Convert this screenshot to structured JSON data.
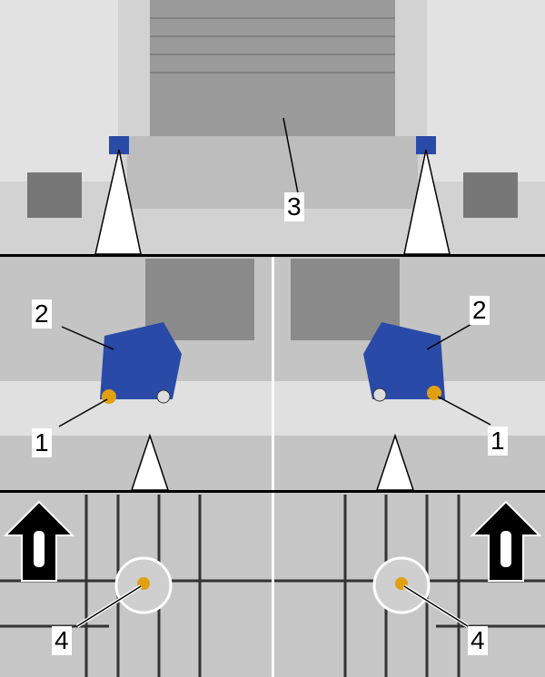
{
  "callouts": {
    "top_radiator": "3",
    "left_sensor": "2",
    "left_bolt": "1",
    "right_sensor": "2",
    "right_bolt": "1",
    "left_panel_bolt": "4",
    "right_panel_bolt": "4"
  },
  "colors": {
    "sensor": "#2a4aa8",
    "bolt": "#e0a010",
    "background": "#c8c8c8"
  },
  "icons": [
    "forward-direction-car-arrow-icon"
  ]
}
